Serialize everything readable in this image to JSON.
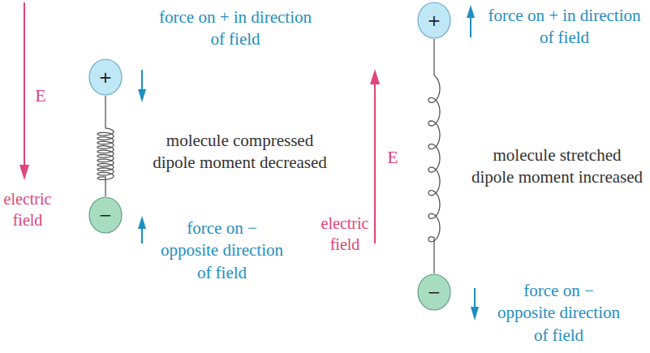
{
  "diagram": {
    "nodes": [
      {
        "text": [
          "+"
        ]
      },
      {
        "text": [
          "−"
        ]
      },
      {
        "text": [
          "+"
        ]
      },
      {
        "text": [
          "−"
        ]
      }
    ],
    "edges": [
      {
        "from": 0,
        "to": 1,
        "arrow": "none"
      },
      {
        "from": 2,
        "to": 3,
        "arrow": "none"
      }
    ],
    "labels": [
      "E",
      "electric field",
      "force on + in direction of field",
      "molecule compressed dipole moment decreased",
      "force on − opposite direction of field",
      "E",
      "electric field",
      "force on + in direction of field",
      "molecule stretched dipole moment increased",
      "force on − opposite direction of field"
    ]
  }
}
